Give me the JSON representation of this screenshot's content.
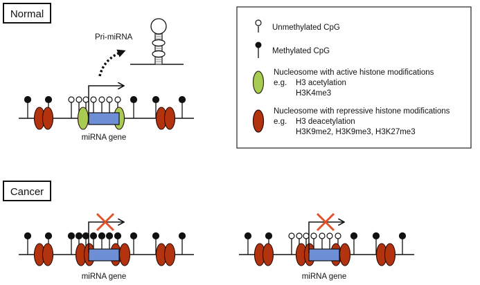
{
  "panels": {
    "normal": {
      "label": "Normal",
      "gene_label": "miRNA gene",
      "product_label": "Pri-miRNA",
      "transcription": "active"
    },
    "cancer": {
      "label": "Cancer",
      "examples": [
        {
          "gene_label": "miRNA gene",
          "promoter_cpg": "methylated",
          "transcription": "blocked"
        },
        {
          "gene_label": "miRNA gene",
          "promoter_cpg": "unmethylated",
          "transcription": "blocked"
        }
      ]
    }
  },
  "legend": {
    "items": [
      {
        "icon": "unmethylated-cpg-icon",
        "lines": [
          "Unmethylated CpG"
        ]
      },
      {
        "icon": "methylated-cpg-icon",
        "lines": [
          "Methylated CpG"
        ]
      },
      {
        "icon": "active-nucleosome-icon",
        "lines": [
          "Nucleosome with active histone modifications",
          "e.g.",
          "H3 acetylation",
          "H3K4me3"
        ]
      },
      {
        "icon": "repressive-nucleosome-icon",
        "lines": [
          "Nucleosome with repressive histone modifications",
          "e.g.",
          "H3 deacetylation",
          "H3K9me2, H3K9me3, H3K27me3"
        ]
      }
    ]
  },
  "colors": {
    "active_nucleosome": "#A8CC52",
    "repressive_nucleosome": "#B3330F",
    "gene_box": "#6E8FD6",
    "block_cross": "#E0522A",
    "line": "#111111"
  }
}
